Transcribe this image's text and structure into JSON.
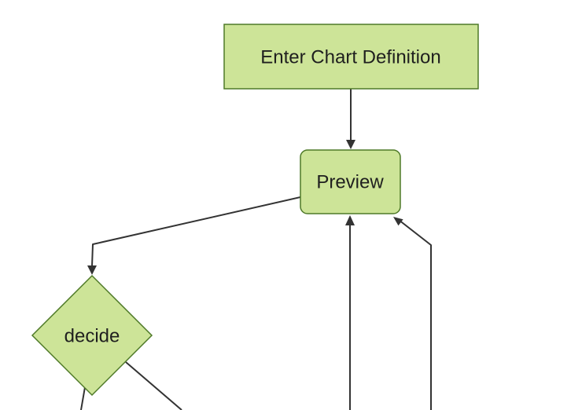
{
  "diagram": {
    "kind": "flowchart",
    "direction": "top-down",
    "nodes": [
      {
        "id": "A",
        "shape": "rectangle",
        "label": "Enter Chart Definition"
      },
      {
        "id": "B",
        "shape": "rounded-rectangle",
        "label": "Preview"
      },
      {
        "id": "C",
        "shape": "diamond",
        "label": "decide"
      }
    ],
    "edges": [
      {
        "from": "Enter Chart Definition",
        "to": "Preview",
        "arrow": true,
        "label": ""
      },
      {
        "from": "Preview",
        "to": "decide",
        "arrow": true,
        "label": ""
      },
      {
        "from": "decide",
        "to": "offscreen-bottom-left",
        "arrow": false,
        "label": ""
      },
      {
        "from": "decide",
        "to": "offscreen-bottom-right",
        "arrow": false,
        "label": ""
      },
      {
        "from": "offscreen-bottom",
        "to": "Preview",
        "arrow": true,
        "label": ""
      },
      {
        "from": "offscreen-bottom-right",
        "to": "Preview",
        "arrow": true,
        "label": ""
      }
    ]
  },
  "theme": {
    "background": "#ffffff",
    "node_fill": "#cde498",
    "node_border": "#4f7a28",
    "edge_color": "#333333",
    "label_color": "#1f1f1f"
  }
}
